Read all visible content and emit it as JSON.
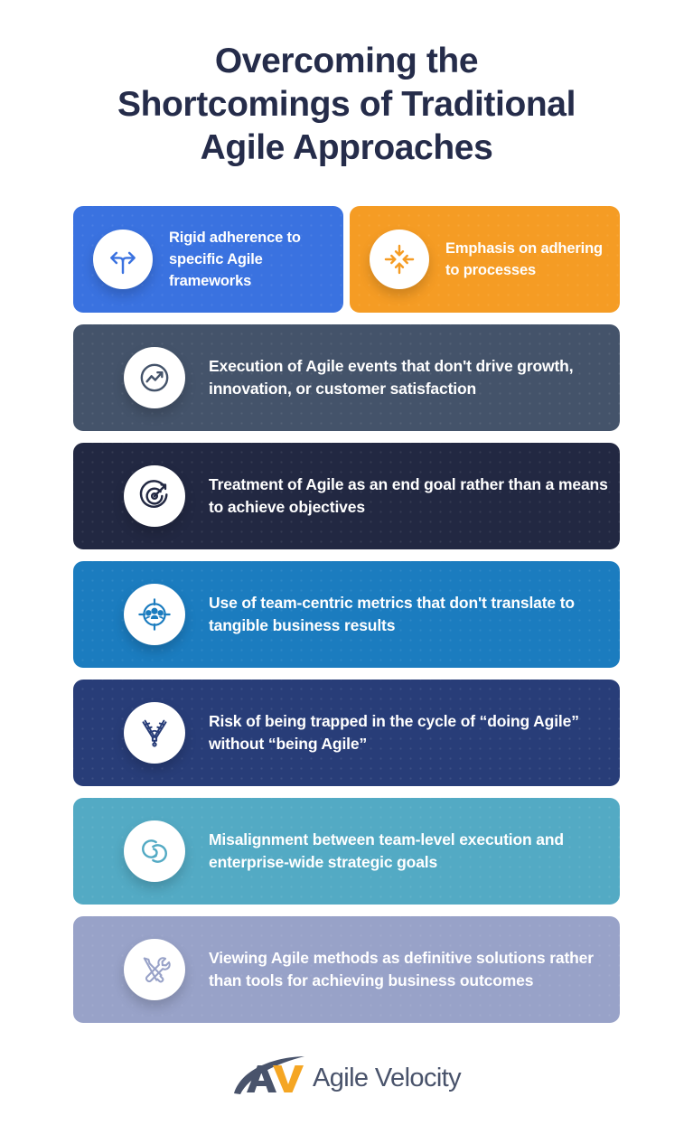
{
  "title": {
    "line1": "Overcoming the",
    "line2": "Shortcomings of Traditional",
    "line3": "Agile Approaches"
  },
  "colors": {
    "title": "#252c4a",
    "card_blue": "#3a72e0",
    "card_orange": "#f59c24",
    "card_slate": "#44536a",
    "card_navy": "#222842",
    "card_cerulean": "#1b7cbf",
    "card_indigo": "#283d78",
    "card_teal": "#53aac4",
    "card_lavender": "#98a2c8",
    "logo_dark": "#49536b",
    "logo_orange": "#f5a623"
  },
  "cards": [
    {
      "id": "rigid-adherence",
      "icon": "diverging-arrows-icon",
      "color": "#3a72e0",
      "icon_color": "#3a72e0",
      "layout": "half",
      "text": "Rigid adherence to specific Agile frameworks"
    },
    {
      "id": "emphasis-processes",
      "icon": "converging-arrows-icon",
      "color": "#f59c24",
      "icon_color": "#f59c24",
      "layout": "half",
      "text": "Emphasis on adhering to processes"
    },
    {
      "id": "execution-agile-events",
      "icon": "trend-chart-circle-icon",
      "color": "#44536a",
      "icon_color": "#44536a",
      "layout": "full",
      "text": "Execution of Agile events that don't drive growth, innovation, or customer satisfaction"
    },
    {
      "id": "agile-as-end-goal",
      "icon": "target-arrow-icon",
      "color": "#222842",
      "icon_color": "#222842",
      "layout": "full",
      "text": "Treatment of Agile as an end goal rather than a means to achieve objectives"
    },
    {
      "id": "team-centric-metrics",
      "icon": "team-crosshair-icon",
      "color": "#1b7cbf",
      "icon_color": "#1b7cbf",
      "layout": "full",
      "text": "Use of team-centric metrics that don't translate to tangible business results"
    },
    {
      "id": "doing-vs-being-agile",
      "icon": "zipper-icon",
      "color": "#283d78",
      "icon_color": "#283d78",
      "layout": "full",
      "text": "Risk of being trapped in the cycle of “doing Agile” without “being Agile”"
    },
    {
      "id": "misalignment-strategy",
      "icon": "interlocking-curves-icon",
      "color": "#53aac4",
      "icon_color": "#53aac4",
      "layout": "full",
      "text": "Misalignment between team-level execution and enterprise-wide strategic goals"
    },
    {
      "id": "methods-as-solutions",
      "icon": "wrench-screwdriver-icon",
      "color": "#98a2c8",
      "icon_color": "#98a2c8",
      "layout": "full",
      "text": "Viewing Agile methods as definitive solutions rather than tools for achieving business outcomes"
    }
  ],
  "logo": {
    "mark": "av-monogram-icon",
    "name": "Agile Velocity"
  }
}
